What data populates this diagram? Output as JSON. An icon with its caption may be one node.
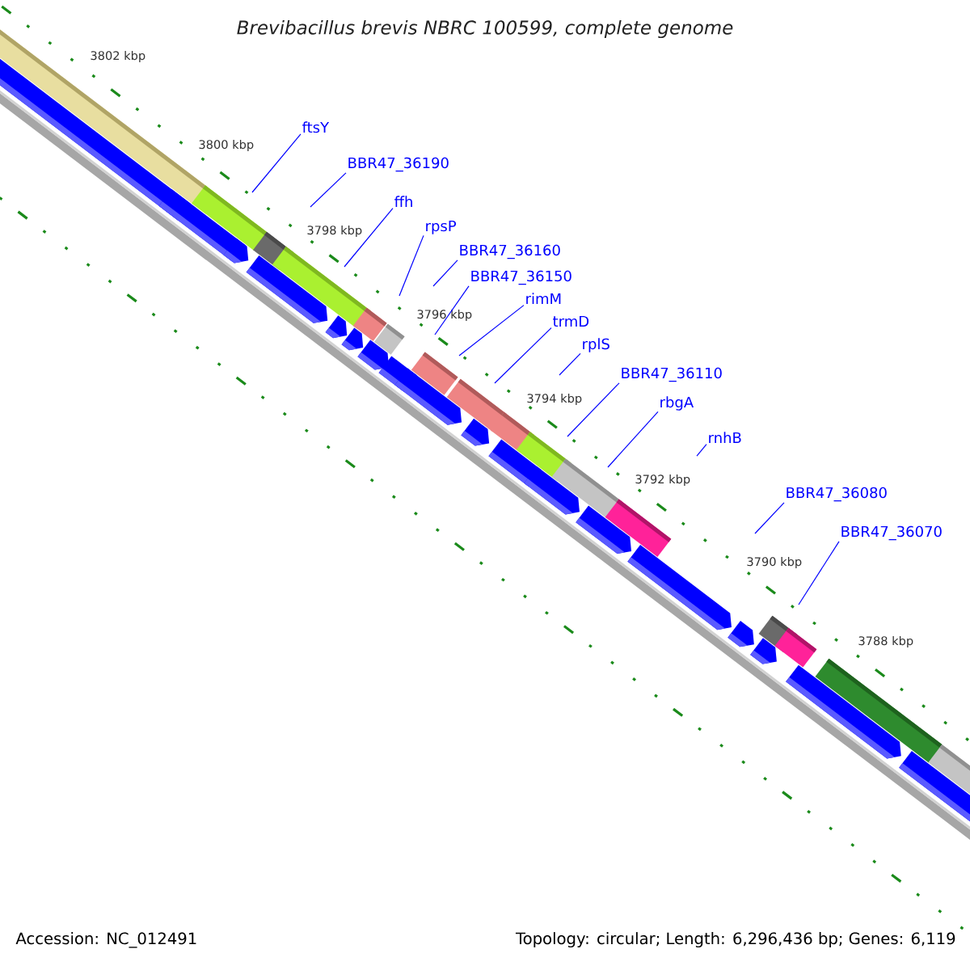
{
  "diagram": {
    "title": "Brevibacillus brevis NBRC 100599, complete genome",
    "nodes": [
      {
        "text": [
          "ftsY"
        ]
      },
      {
        "text": [
          "BBR47_36190"
        ]
      },
      {
        "text": [
          "ffh"
        ]
      },
      {
        "text": [
          "rpsP"
        ]
      },
      {
        "text": [
          "BBR47_36160"
        ]
      },
      {
        "text": [
          "BBR47_36150"
        ]
      },
      {
        "text": [
          "rimM"
        ]
      },
      {
        "text": [
          "trmD"
        ]
      },
      {
        "text": [
          "rplS"
        ]
      },
      {
        "text": [
          "BBR47_36110"
        ]
      },
      {
        "text": [
          "rbgA"
        ]
      },
      {
        "text": [
          "rnhB"
        ]
      },
      {
        "text": [
          "BBR47_36080"
        ]
      },
      {
        "text": [
          "BBR47_36070"
        ]
      }
    ],
    "edges": [
      {
        "from": 0,
        "to": null,
        "arrow": "none"
      },
      {
        "from": 1,
        "to": null,
        "arrow": "none"
      },
      {
        "from": 2,
        "to": null,
        "arrow": "none"
      },
      {
        "from": 3,
        "to": null,
        "arrow": "none"
      },
      {
        "from": 4,
        "to": null,
        "arrow": "none"
      },
      {
        "from": 5,
        "to": null,
        "arrow": "none"
      },
      {
        "from": 6,
        "to": null,
        "arrow": "none"
      },
      {
        "from": 7,
        "to": null,
        "arrow": "none"
      },
      {
        "from": 8,
        "to": null,
        "arrow": "none"
      },
      {
        "from": 9,
        "to": null,
        "arrow": "none"
      },
      {
        "from": 10,
        "to": null,
        "arrow": "none"
      },
      {
        "from": 11,
        "to": null,
        "arrow": "none"
      },
      {
        "from": 12,
        "to": null,
        "arrow": "none"
      },
      {
        "from": 13,
        "to": null,
        "arrow": "none"
      }
    ],
    "labels": [
      "3802 kbp",
      "3800 kbp",
      "3798 kbp",
      "3796 kbp",
      "3794 kbp",
      "3792 kbp",
      "3790 kbp",
      "3788 kbp",
      "Accession: NC_012491",
      "Topology: circular; Length: 6,296,436 bp; Genes: 6,119"
    ]
  }
}
